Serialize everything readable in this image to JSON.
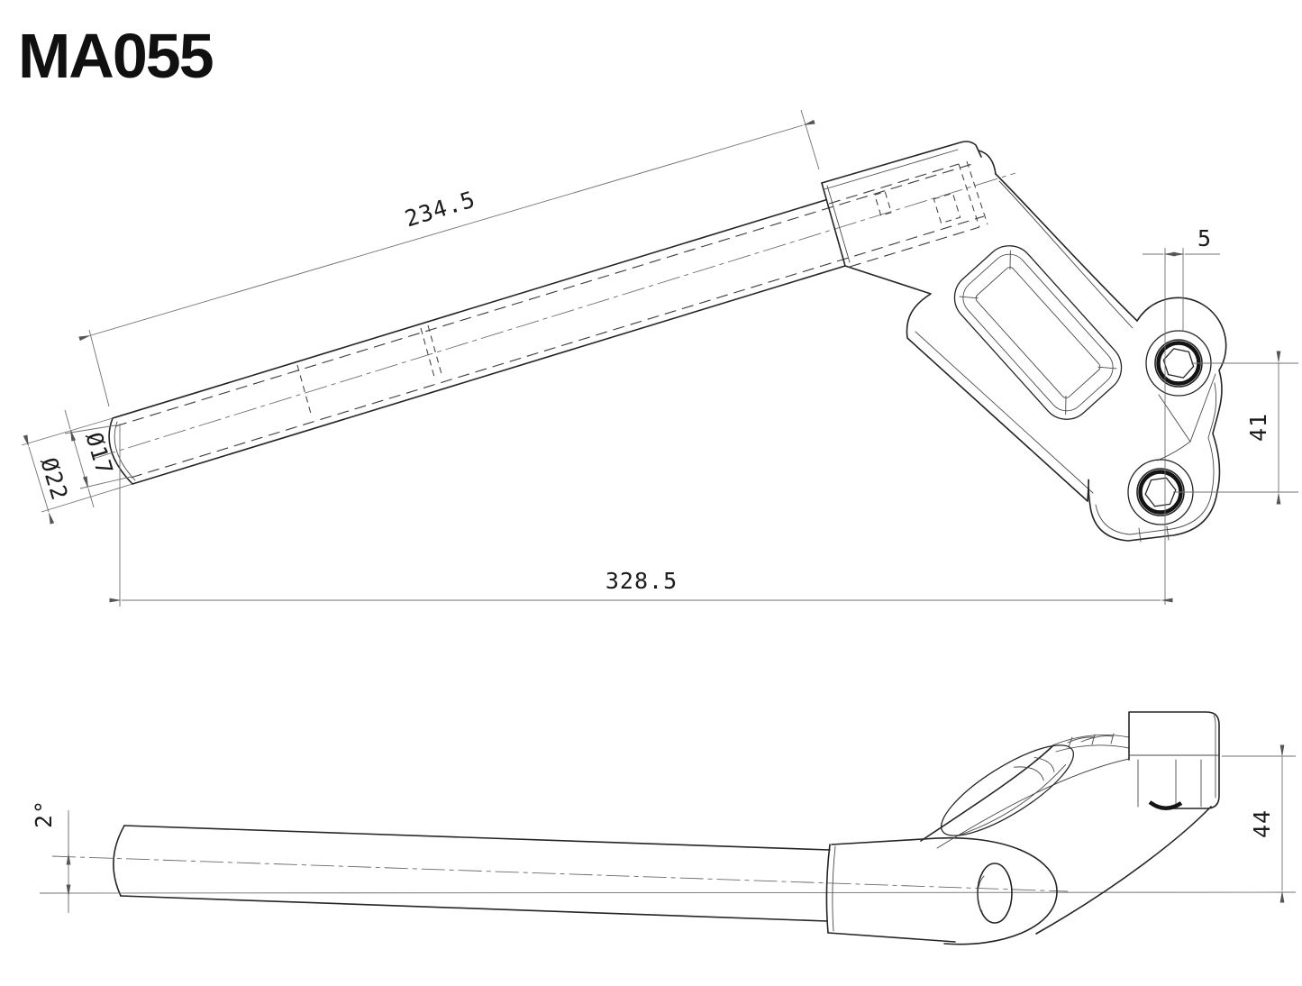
{
  "title": "MA055",
  "colors": {
    "background": "#ffffff",
    "outline": "#242424",
    "dimension_lines": "#6f6f6f",
    "text": "#1c1c1c"
  },
  "top_view": {
    "dimensions": {
      "tube_length": "234.5",
      "overall_length": "328.5",
      "bolt_offset": "5",
      "bolt_spacing": "41",
      "outer_diameter": "Ø22",
      "inner_diameter": "Ø17"
    }
  },
  "side_view": {
    "dimensions": {
      "bend_angle": "2°",
      "clamp_height": "44"
    }
  }
}
